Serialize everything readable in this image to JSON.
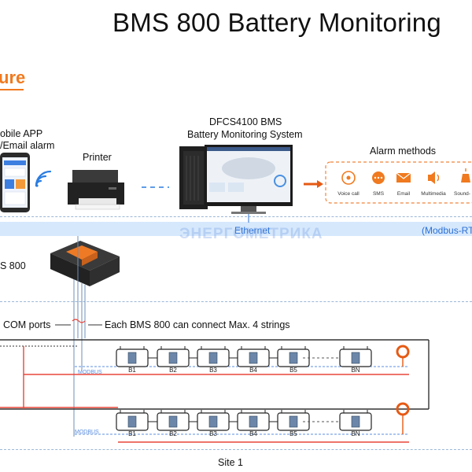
{
  "title": "BMS 800 Battery Monitoring",
  "section_heading": "ure",
  "mobile": {
    "label_line1": "obile APP",
    "label_line2": "/Email alarm"
  },
  "printer": {
    "label": "Printer"
  },
  "server": {
    "label_line1": "DFCS4100 BMS",
    "label_line2": "Battery Monitoring System"
  },
  "alarm": {
    "title": "Alarm methods",
    "methods": [
      "Voice call",
      "SMS",
      "Email",
      "Multimedia",
      "Sound-"
    ]
  },
  "network": {
    "ethernet": "Ethernet",
    "modbus": "(Modbus-RT",
    "watermark": "ЭНЕРГОМЕТРИКА"
  },
  "device": {
    "label": "S 800"
  },
  "com_ports": "COM ports",
  "strings_note": "Each BMS 800 can connect Max. 4 strings",
  "bus_label": "MODBUS",
  "batteries": [
    "B1",
    "B2",
    "B3",
    "B4",
    "B5",
    "BN"
  ],
  "site": "Site 1",
  "colors": {
    "accent": "#f07a1f",
    "ethernet_band": "#cfe3fb",
    "link_blue": "#2a6fd6",
    "string_red": "#e8473a",
    "string_blue": "#5b8fe0"
  }
}
